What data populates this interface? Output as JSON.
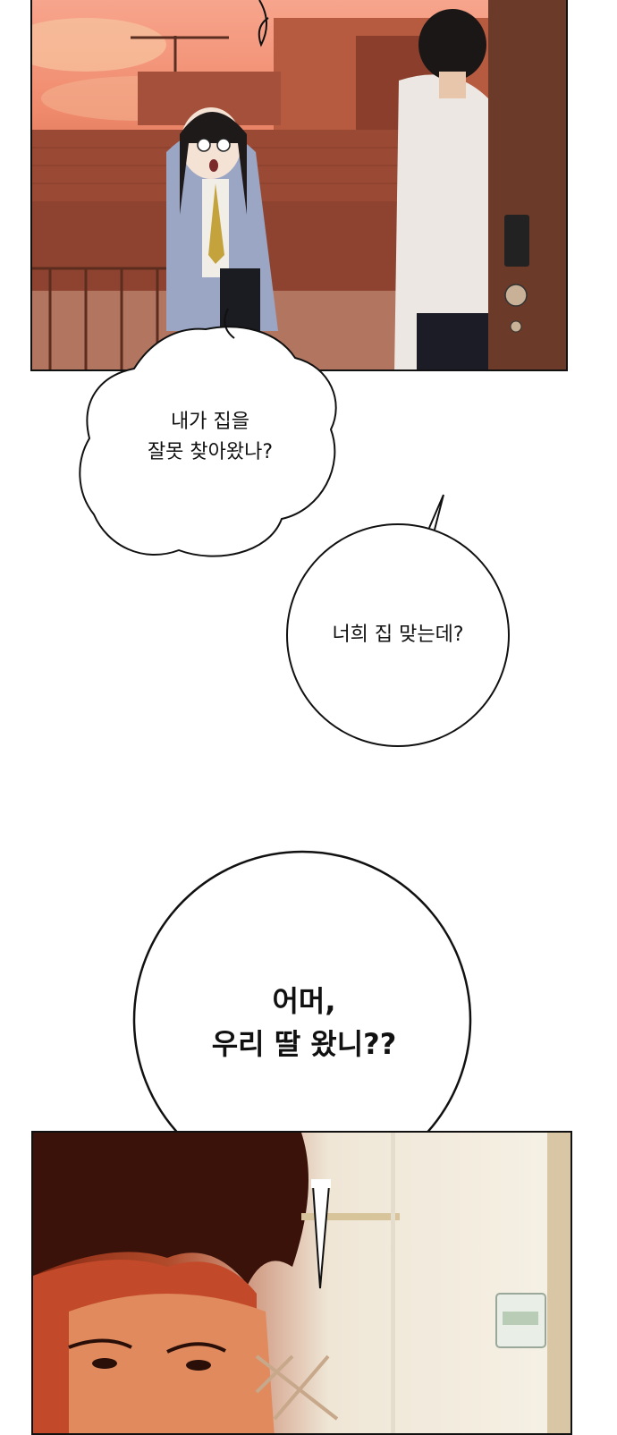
{
  "bubbles": {
    "thought": {
      "line1": "내가 집을",
      "line2": "잘못 찾아왔나?"
    },
    "reply": {
      "line1": "너희 집 맞는데?"
    },
    "shout": {
      "line1": "어머,",
      "line2": "우리 딸 왔니??"
    }
  }
}
